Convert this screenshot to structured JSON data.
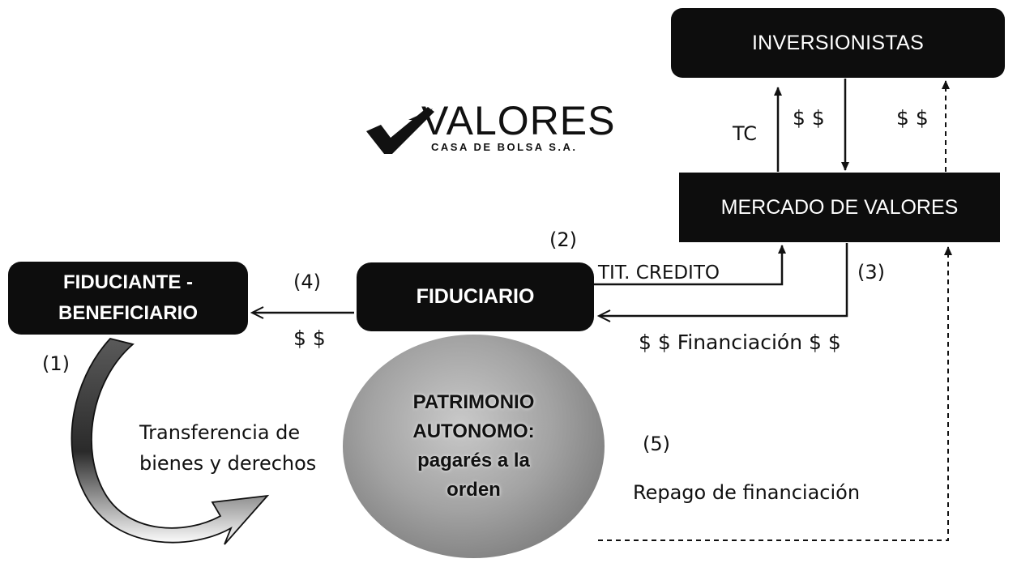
{
  "nodes": {
    "inversionistas": "INVERSIONISTAS",
    "mercado": "MERCADO DE VALORES",
    "fiduciario": "FIDUCIARIO",
    "fiduciante_line1": "FIDUCIANTE -",
    "fiduciante_line2": "BENEFICIARIO",
    "patrimonio_lines": [
      "PATRIMONIO",
      "AUTONOMO:",
      "pagarés a la",
      "orden"
    ]
  },
  "logo": {
    "word": "VALORES",
    "subtitle": "CASA DE BOLSA S.A."
  },
  "edge_labels": {
    "tc": "TC",
    "dollars_down": "$ $",
    "dollars_up_dashed": "$ $",
    "tit_credito": "TIT. CREDITO",
    "financiacion": "$ $ Financiación $ $",
    "dollars_to_fiduciante": "$ $",
    "repago": "Repago de  financiación",
    "transferencia_line1": "Transferencia de",
    "transferencia_line2": "bienes y derechos"
  },
  "step_numbers": {
    "s1": "(1)",
    "s2": "(2)",
    "s3": "(3)",
    "s4": "(4)",
    "s5": "(5)"
  },
  "colors": {
    "box_fill": "#0d0d0d",
    "box_text": "#ffffff",
    "line": "#111111",
    "ellipse": "#a3a3a3"
  }
}
